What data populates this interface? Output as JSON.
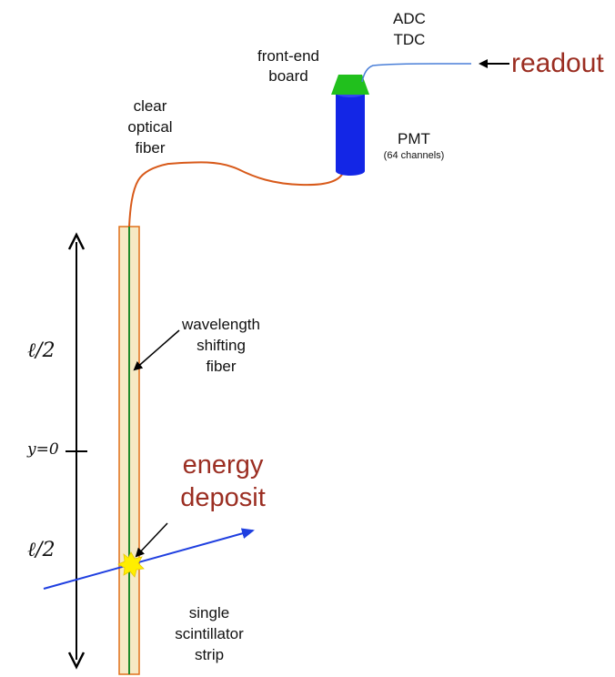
{
  "labels": {
    "adc": "ADC",
    "tdc": "TDC",
    "readout": "readout",
    "front_end_1": "front-end",
    "front_end_2": "board",
    "clear_1": "clear",
    "clear_2": "optical",
    "clear_3": "fiber",
    "pmt": "PMT",
    "pmt_channels": "(64 channels)",
    "wls_1": "wavelength",
    "wls_2": "shifting",
    "wls_3": "fiber",
    "energy_1": "energy",
    "energy_2": "deposit",
    "strip_1": "single",
    "strip_2": "scintillator",
    "strip_3": "strip",
    "half_length_top": "ℓ/2",
    "half_length_bottom": "ℓ/2",
    "y_zero": "y=0"
  },
  "colors": {
    "pmt_body": "#1326e6",
    "front_end_board": "#21c01d",
    "clear_fiber": "#d85a1a",
    "wls_fiber": "#1e8a2a",
    "strip_fill": "#f6e9c4",
    "strip_border": "#e0701a",
    "particle_track": "#1f3fe0",
    "readout_cable": "#4a7fd8",
    "energy_text": "#9b2e22",
    "star": "#ffee00"
  }
}
